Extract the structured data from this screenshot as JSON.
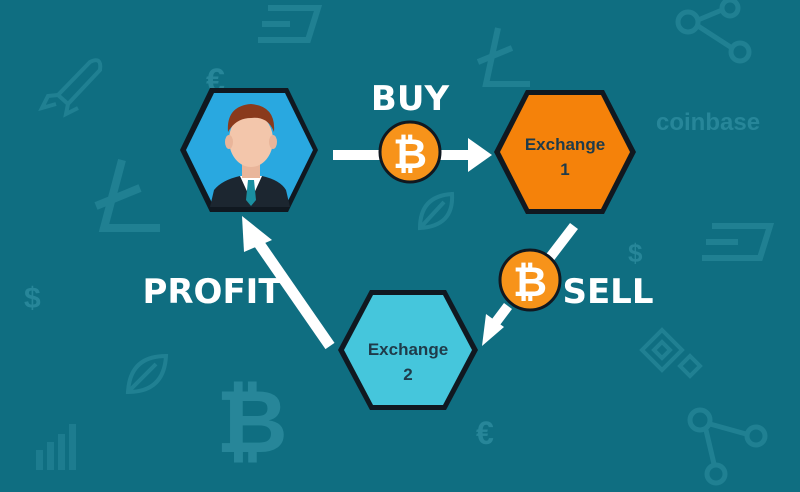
{
  "labels": {
    "buy": "BUY",
    "sell": "SELL",
    "profit": "PROFIT"
  },
  "nodes": {
    "trader": {
      "icon": "businessman-avatar-icon",
      "color": "#29a8e0"
    },
    "exchange1": {
      "line1": "Exchange",
      "line2": "1",
      "color": "#f5820a"
    },
    "exchange2": {
      "line1": "Exchange",
      "line2": "2",
      "color": "#45c6dc"
    }
  },
  "coin": {
    "symbol": "₿",
    "icon": "bitcoin-icon",
    "color": "#f7931a"
  },
  "background": {
    "watermark_text": "coinbase",
    "dollar": "$",
    "euro": "€",
    "color": "#0f6e81",
    "icon_color": "#2f8fa1"
  }
}
